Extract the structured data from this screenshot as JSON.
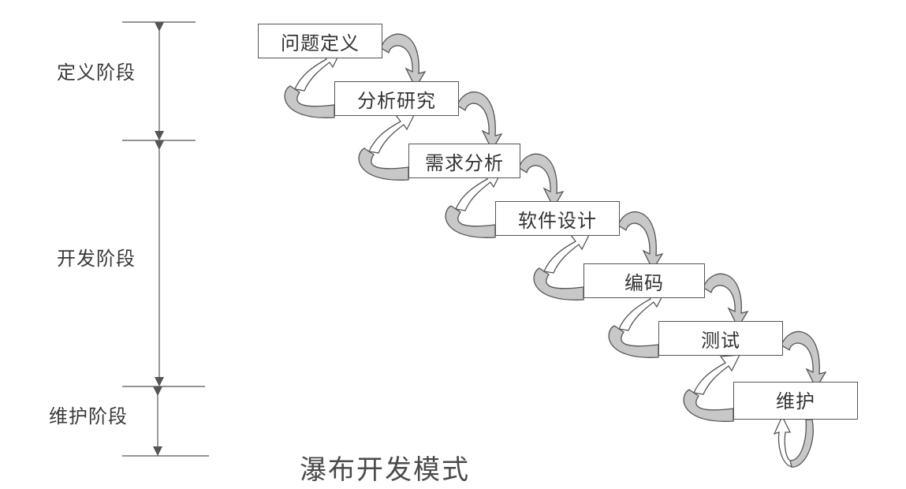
{
  "stages": {
    "definition": "定义阶段",
    "development": "开发阶段",
    "maintenance": "维护阶段"
  },
  "steps": [
    "问题定义",
    "分析研究",
    "需求分析",
    "软件设计",
    "编码",
    "测试",
    "维护"
  ],
  "caption": "瀑布开发模式",
  "colors": {
    "arrow_fill": "#c8c8c8",
    "line": "#555555"
  }
}
